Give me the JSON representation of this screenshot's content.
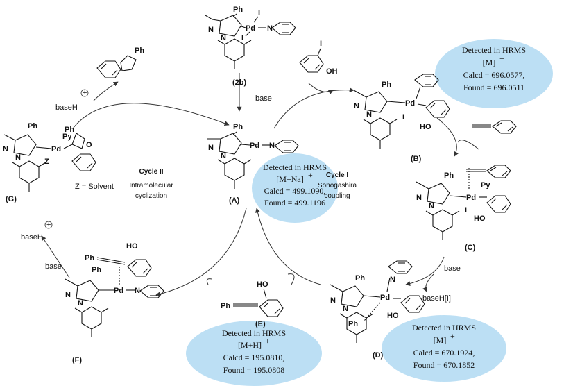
{
  "compounds": {
    "c2b": {
      "label": "(2b)",
      "ph": "Ph",
      "i1": "I",
      "i2": "I",
      "pd": "Pd",
      "n": "N"
    },
    "A": {
      "label": "(A)",
      "ph": "Ph",
      "pd": "Pd",
      "n": "N"
    },
    "B": {
      "label": "(B)",
      "ph": "Ph",
      "pd": "Pd",
      "i": "I",
      "ho": "HO"
    },
    "C": {
      "label": "(C)",
      "ph": "Ph",
      "pd": "Pd",
      "py": "Py",
      "i": "I",
      "ho": "HO"
    },
    "D": {
      "label": "(D)",
      "ph1": "Ph",
      "ph2": "Ph",
      "pd": "Pd",
      "n": "N",
      "ho": "HO"
    },
    "E": {
      "label": "(E)",
      "ph": "Ph",
      "ho": "HO"
    },
    "F": {
      "label": "(F)",
      "ph1": "Ph",
      "ph2": "Ph",
      "pd": "Pd",
      "n": "N",
      "ho": "HO"
    },
    "G": {
      "label": "(G)",
      "ph1": "Ph",
      "ph2": "Ph",
      "pd": "Pd",
      "py": "Py",
      "z": "Z",
      "o": "O",
      "zsolvent": "Z = Solvent"
    },
    "product": {
      "ph": "Ph"
    },
    "iodophenol": {
      "i": "I",
      "oh": "OH"
    }
  },
  "reagents": {
    "base_top": "base",
    "base_right": "base",
    "baseHI": "baseH[I]",
    "baseH_top": "baseH",
    "baseH_left": "baseH",
    "base_left": "base",
    "plus": "+",
    "ring_n": "N"
  },
  "cycles": {
    "cycle1_title": "Cycle I",
    "cycle1_line1": "Sonogashira",
    "cycle1_line2": "coupling",
    "cycle2_title": "Cycle II",
    "cycle2_line1": "Intramolecular",
    "cycle2_line2": "cyclization"
  },
  "hrms": {
    "top_right": {
      "l1": "Detected in HRMS",
      "l2": "[M]",
      "l3": "Calcd = 696.0577,",
      "l4": "Found = 696.0511"
    },
    "center": {
      "l1": "Detected in HRMS",
      "l2": "[M+Na]",
      "l3": "Calcd = 499.1090,",
      "l4": "Found = 499.1196"
    },
    "bottom_left": {
      "l1": "Detected in HRMS",
      "l2": "[M+H]",
      "l3": "Calcd = 195.0810,",
      "l4": "Found = 195.0808"
    },
    "bottom_right": {
      "l1": "Detected in HRMS",
      "l2": "[M]",
      "l3": "Calcd = 670.1924,",
      "l4": "Found = 670.1852"
    },
    "superscript": "+"
  }
}
